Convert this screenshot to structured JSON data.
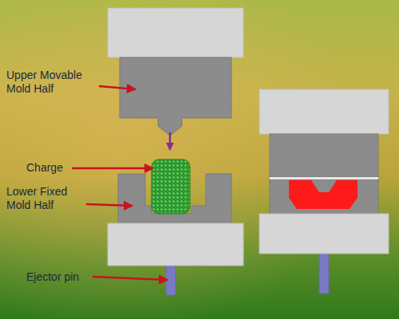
{
  "diagram": {
    "labels": [
      "Upper Movable Mold Half",
      "Charge",
      "Lower Fixed Mold Half",
      "Ejector pin"
    ]
  }
}
